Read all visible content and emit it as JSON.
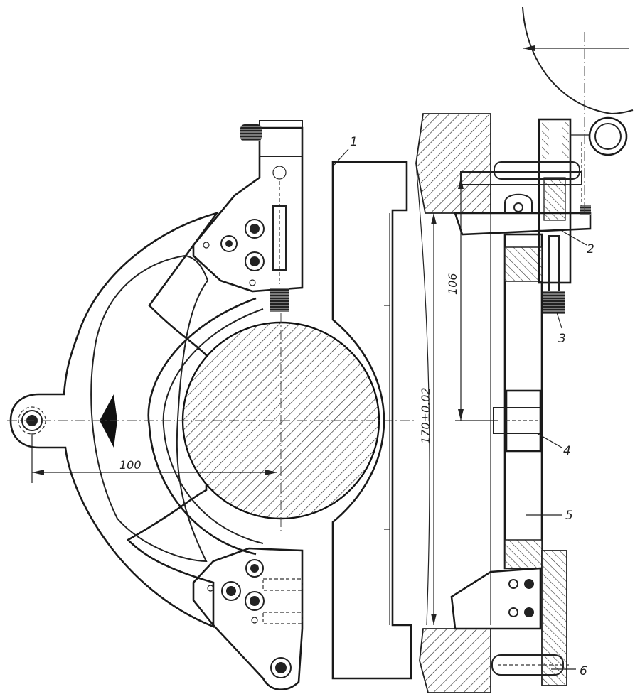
{
  "labels": {
    "part1": "1",
    "part2": "2",
    "part3": "3",
    "part4": "4",
    "part5": "5",
    "part6": "6"
  },
  "dimensions": {
    "d100": "100",
    "d106": "106",
    "d170": "170±0.02"
  }
}
